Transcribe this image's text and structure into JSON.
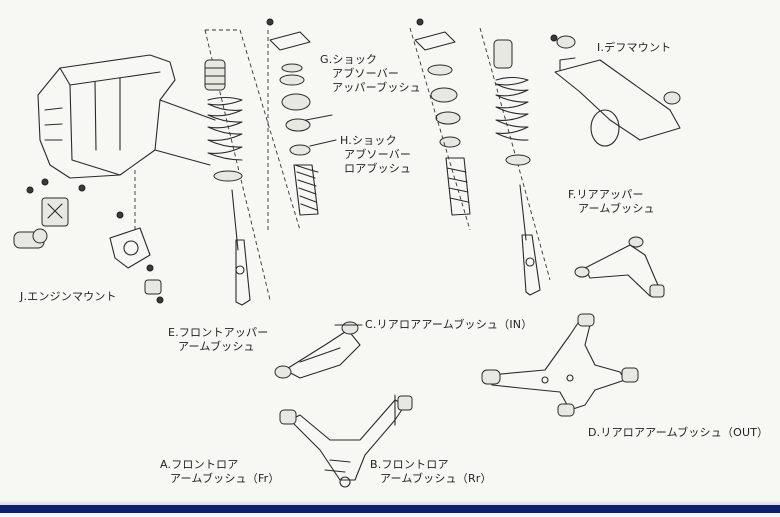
{
  "labels": {
    "g": [
      "G.ショック",
      "アブソーバー",
      "アッパーブッシュ"
    ],
    "h": [
      "H.ショック",
      "アブソーバー",
      "ロアブッシュ"
    ],
    "i": [
      "I.デフマウント"
    ],
    "f": [
      "F.リアアッパー",
      "アームブッシュ"
    ],
    "j": [
      "J.エンジンマウント"
    ],
    "e": [
      "E.フロントアッパー",
      "アームブッシュ"
    ],
    "c": [
      "C.リアロアアームブッシュ（IN）"
    ],
    "d": [
      "D.リアロアアームブッシュ（OUT）"
    ],
    "a": [
      "A.フロントロア",
      "アームブッシュ（Fr）"
    ],
    "b": [
      "B.フロントロア",
      "アームブッシュ（Rr）"
    ]
  }
}
